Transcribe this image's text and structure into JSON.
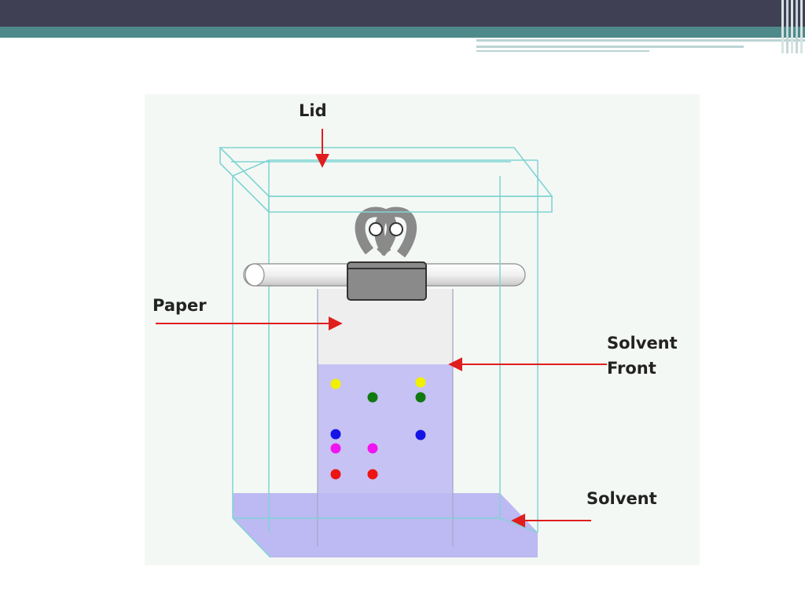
{
  "colors": {
    "header_dark": "#404055",
    "header_teal": "#4e8a8a",
    "accent_light": "#bcd3d3",
    "background": "#ffffff",
    "diagram_bg": "#f4f8f4",
    "tank_outline": "#7fd4d4",
    "solvent_fill": "#bdb9f2",
    "paper_fill": "#eeeeee",
    "rod_fill": "#f2f2f2",
    "clip_fill": "#8a8a8a",
    "clip_stroke": "#333333",
    "arrow": "#e01e1e",
    "label_text": "#222222"
  },
  "labels": {
    "lid": "Lid",
    "paper": "Paper",
    "solvent_front_line1": "Solvent",
    "solvent_front_line2": "Front",
    "solvent": "Solvent"
  },
  "spot_colors": {
    "yellow": "#f0f000",
    "green": "#0f7a0f",
    "blue": "#1414e6",
    "magenta": "#f014f0",
    "red": "#ee1414"
  },
  "spots": [
    {
      "lane": 1,
      "color": "yellow"
    },
    {
      "lane": 1,
      "color": "blue"
    },
    {
      "lane": 1,
      "color": "magenta"
    },
    {
      "lane": 1,
      "color": "red"
    },
    {
      "lane": 2,
      "color": "green"
    },
    {
      "lane": 2,
      "color": "magenta"
    },
    {
      "lane": 2,
      "color": "red"
    },
    {
      "lane": 3,
      "color": "yellow"
    },
    {
      "lane": 3,
      "color": "green"
    },
    {
      "lane": 3,
      "color": "blue"
    }
  ]
}
